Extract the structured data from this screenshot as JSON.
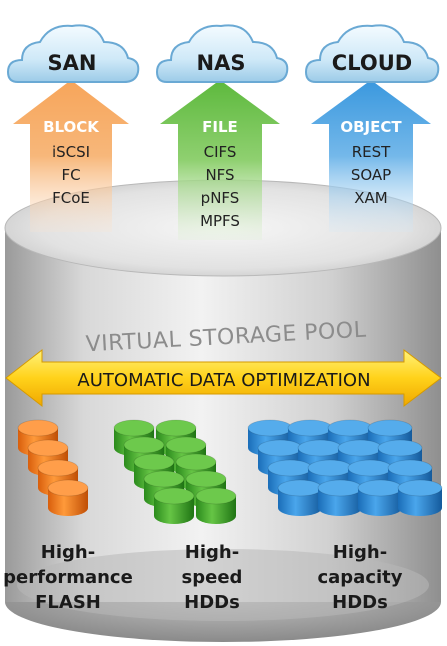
{
  "clouds": [
    {
      "label": "SAN"
    },
    {
      "label": "NAS"
    },
    {
      "label": "CLOUD"
    }
  ],
  "arrows": [
    {
      "header": "BLOCK",
      "items": [
        "iSCSI",
        "FC",
        "FCoE"
      ],
      "color": "#f39a4a",
      "header_color": "#ffffff"
    },
    {
      "header": "FILE",
      "items": [
        "CIFS",
        "NFS",
        "pNFS",
        "MPFS"
      ],
      "color": "#6cc04a",
      "header_color": "#ffffff"
    },
    {
      "header": "OBJECT",
      "items": [
        "REST",
        "SOAP",
        "XAM"
      ],
      "color": "#3f9ee0",
      "header_color": "#ffffff"
    }
  ],
  "pool": {
    "label": "VIRTUAL STORAGE POOL",
    "optimization_label": "AUTOMATIC DATA OPTIMIZATION"
  },
  "tiers": [
    {
      "line1": "High-",
      "line2": "performance",
      "line3": "FLASH",
      "color": "#f07a1e"
    },
    {
      "line1": "High-",
      "line2": "speed",
      "line3": "HDDs",
      "color": "#3aa02a"
    },
    {
      "line1": "High-",
      "line2": "capacity",
      "line3": "HDDs",
      "color": "#2a86d6"
    }
  ]
}
